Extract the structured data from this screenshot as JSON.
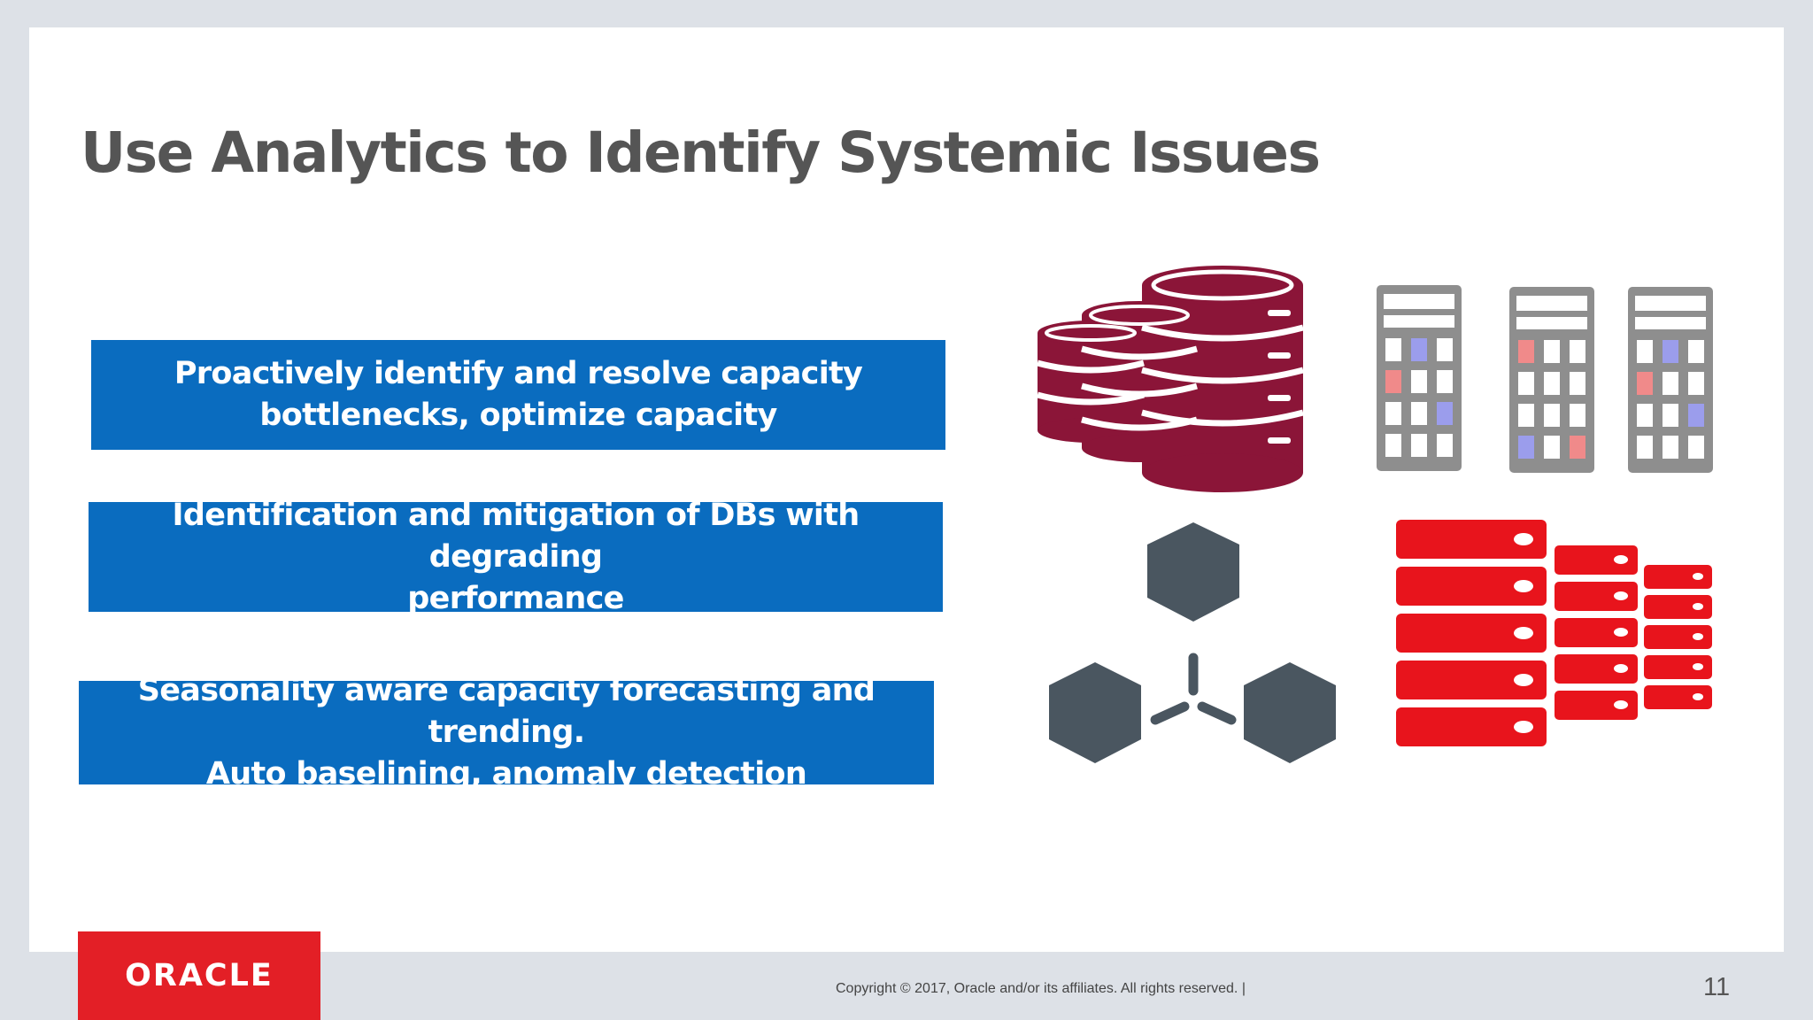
{
  "slide": {
    "title": "Use Analytics to Identify Systemic Issues",
    "callouts": [
      {
        "line1": "Proactively identify and resolve capacity",
        "line2": "bottlenecks, optimize capacity"
      },
      {
        "line1": "Identification and mitigation of DBs with degrading",
        "line2": "performance"
      },
      {
        "line1": "Seasonality aware capacity forecasting and trending.",
        "line2": "Auto baselining, anomaly detection"
      }
    ],
    "callout_color": "#0a6cbf",
    "illustrations": {
      "database_stack": {
        "icon": "database-stack-icon",
        "color": "#8b1538"
      },
      "server_racks": {
        "icon": "server-rack-icon",
        "count": 3,
        "color": "#8e8e8e"
      },
      "hexagon_network": {
        "icon": "hexagon-network-icon",
        "color": "#4a5660"
      },
      "red_servers": {
        "icon": "server-stack-icon",
        "color": "#e8141c"
      }
    }
  },
  "footer": {
    "logo_text": "ORACLE",
    "logo_color": "#e31f26",
    "copyright": "Copyright © 2017, Oracle and/or its affiliates. All rights reserved.  |",
    "page_number": "11"
  }
}
